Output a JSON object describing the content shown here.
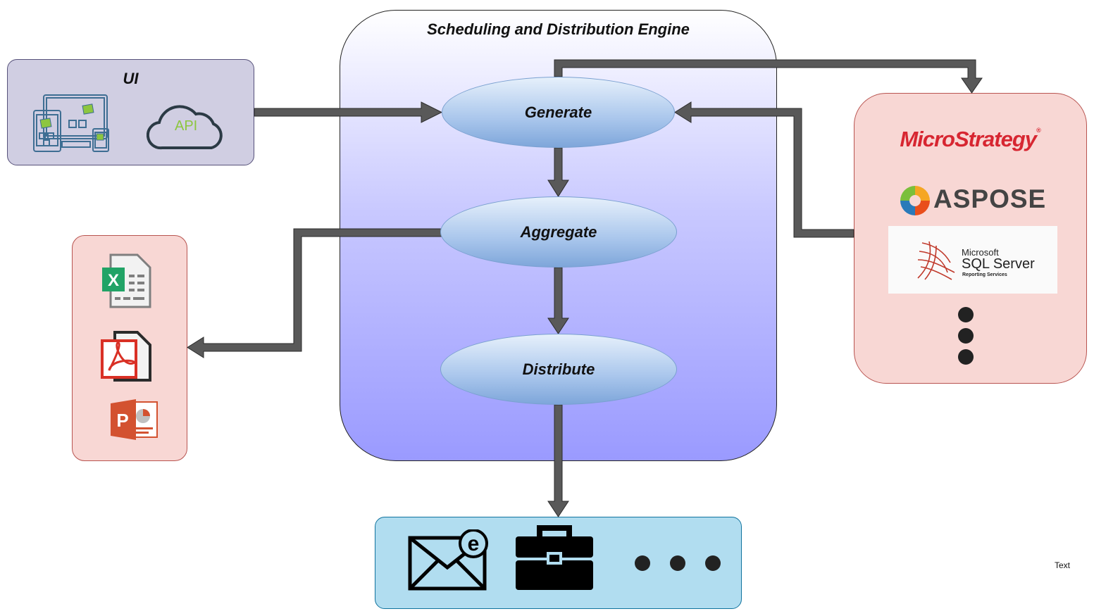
{
  "engine": {
    "title": "Scheduling and Distribution Engine"
  },
  "ui": {
    "title": "UI",
    "api_label": "API"
  },
  "nodes": {
    "generate": "Generate",
    "aggregate": "Aggregate",
    "distribute": "Distribute"
  },
  "outputs": {
    "icons": [
      "excel-file-icon",
      "pdf-file-icon",
      "powerpoint-icon"
    ]
  },
  "vendors": {
    "microstrategy": "MicroStrategy",
    "microstrategy_mark": "®",
    "aspose": "ASPOSE",
    "sql_microsoft": "Microsoft",
    "sql_server": "SQL Server",
    "sql_reporting": "Reporting Services"
  },
  "distribution": {
    "icons": [
      "email-icon",
      "briefcase-icon",
      "more-dots-icon"
    ]
  },
  "annotation": {
    "text": "Text"
  },
  "colors": {
    "arrow_fill": "#595959",
    "vendor_fill": "#f8d7d4",
    "dist_fill": "#b1ddf0",
    "ui_fill": "#d0cee2",
    "engine_bottom": "#9a9aff"
  }
}
